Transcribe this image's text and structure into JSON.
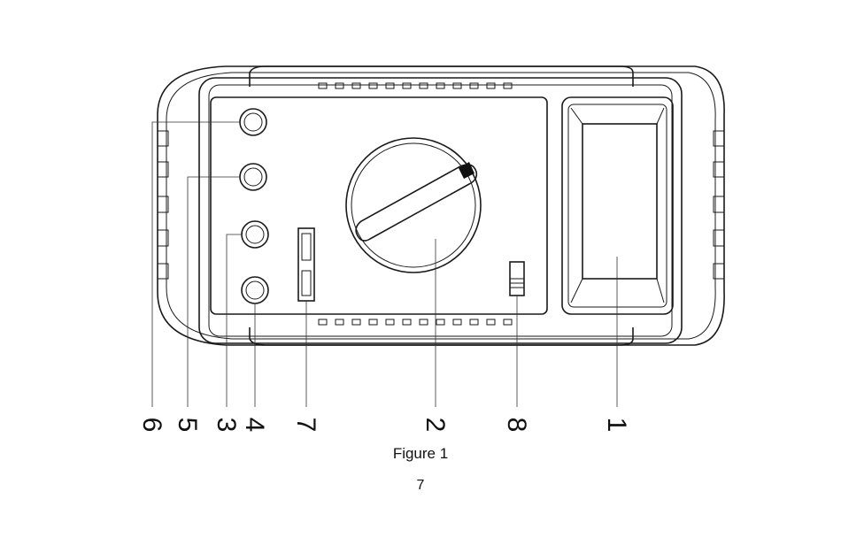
{
  "figure": {
    "caption": "Figure 1",
    "page_number": "7"
  },
  "callouts": [
    {
      "id": "6",
      "label": "6"
    },
    {
      "id": "5",
      "label": "5"
    },
    {
      "id": "3",
      "label": "3"
    },
    {
      "id": "4",
      "label": "4"
    },
    {
      "id": "7",
      "label": "7"
    },
    {
      "id": "2",
      "label": "2"
    },
    {
      "id": "8",
      "label": "8"
    },
    {
      "id": "1",
      "label": "1"
    }
  ]
}
